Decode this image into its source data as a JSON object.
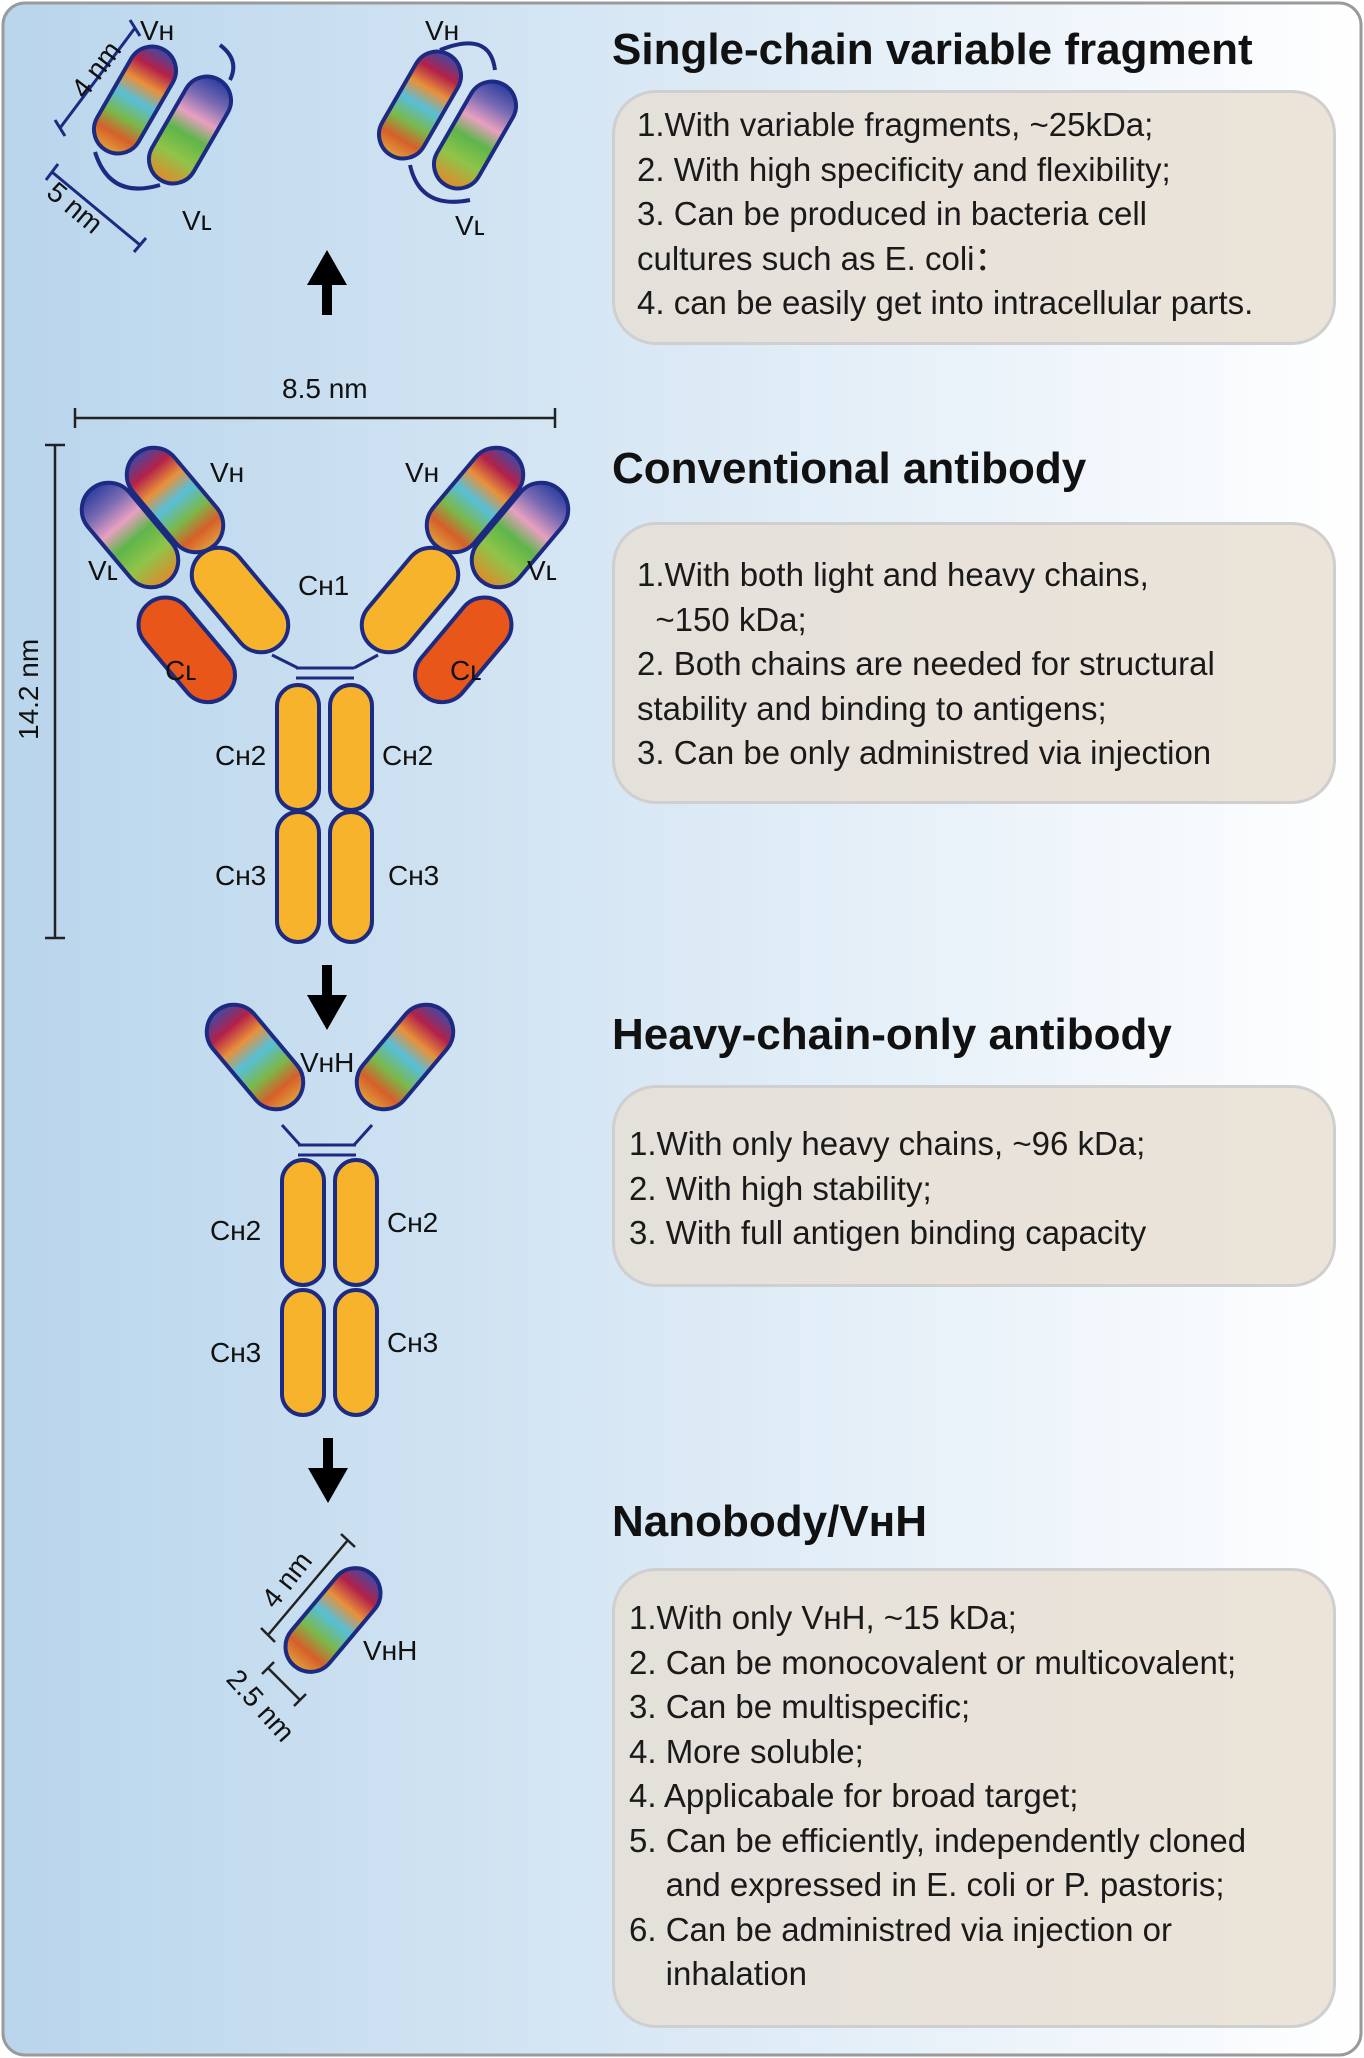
{
  "panels": [
    {
      "title": "Single-chain variable fragment",
      "lines": [
        "1.With variable fragments, ~25kDa;",
        "2. With high specificity and flexibility;",
        "3. Can be produced in bacteria cell",
        "cultures such as E. coli：",
        "4. can be easily get into intracellular parts."
      ]
    },
    {
      "title": "Conventional antibody",
      "lines": [
        "1.With both light and heavy chains,",
        "  ~150 kDa;",
        "2. Both chains are needed for structural",
        "stability and binding to antigens;",
        "3. Can be only administred via injection"
      ]
    },
    {
      "title": "Heavy-chain-only antibody",
      "lines": [
        "1.With only heavy chains, ~96 kDa;",
        "2. With high stability;",
        "3. With full antigen binding capacity"
      ]
    },
    {
      "title": "Nanobody/VʜH",
      "lines": [
        "1.With only VʜH, ~15 kDa;",
        "2. Can be monocovalent or multicovalent;",
        "3. Can be multispecific;",
        "4. More soluble;",
        "4. Applicabale for broad target;",
        "5. Can be efficiently, independently cloned",
        "    and expressed in E. coli or P. pastoris;",
        "6. Can be administred via injection or",
        "    inhalation"
      ]
    }
  ],
  "labels": {
    "vh": "Vʜ",
    "vl": "Vʟ",
    "ch1": "Cʜ1",
    "ch2": "Cʜ2",
    "ch3": "Cʜ3",
    "cl": "Cʟ",
    "vhh": "VʜH"
  },
  "dimensions": {
    "scfv_width": "4 nm",
    "scfv_length": "5 nm",
    "antibody_width": "8.5 nm",
    "antibody_height": "14.2 nm",
    "nano_length": "4 nm",
    "nano_width": "2.5 nm"
  },
  "colors": {
    "outline": "#1d2a82",
    "constant_heavy": "#f6b32b",
    "constant_light": "#e8561a",
    "background_left": "#b9d5ec",
    "background_right": "#ffffff"
  }
}
